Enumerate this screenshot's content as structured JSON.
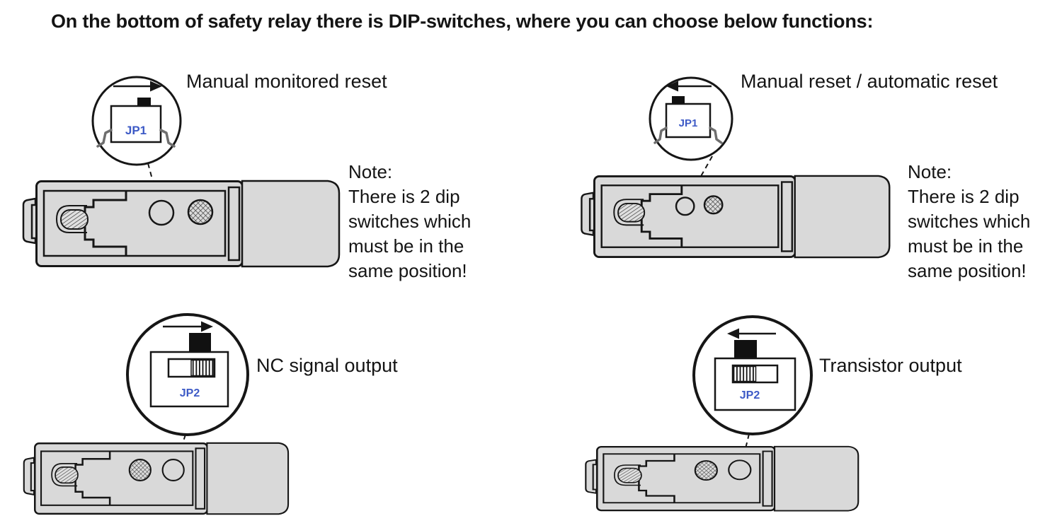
{
  "title": "On the bottom of safety relay there is DIP-switches, where you can choose below functions:",
  "colors": {
    "relay_fill": "#d9d9d9",
    "line": "#161616",
    "jumper_label": "#3d5ac6",
    "text": "#141414"
  },
  "figures": [
    {
      "label": "Manual monitored reset",
      "jumper": "JP1",
      "arrow_direction": "right",
      "switch_position": "right"
    },
    {
      "label": "Manual reset / automatic reset",
      "jumper": "JP1",
      "arrow_direction": "left",
      "switch_position": "left"
    },
    {
      "label": "NC signal output",
      "jumper": "JP2",
      "arrow_direction": "right",
      "switch_position": "right"
    },
    {
      "label": "Transistor output",
      "jumper": "JP2",
      "arrow_direction": "left",
      "switch_position": "left"
    }
  ],
  "note": {
    "lines": [
      "Note:",
      "There is 2 dip",
      "switches which",
      "must be in the",
      "same position!"
    ]
  }
}
